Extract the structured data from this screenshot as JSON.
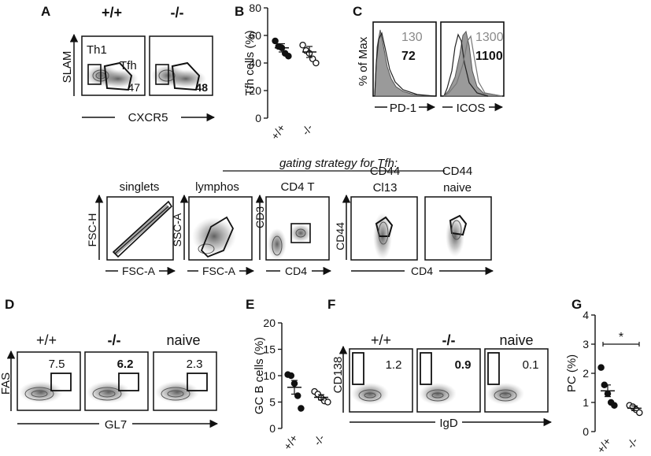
{
  "panels": {
    "A": {
      "letter": "A",
      "genotypes": [
        "+/+",
        "-/-"
      ],
      "ylabel": "SLAM",
      "xlabel": "CXCR5",
      "gate_labels": [
        "Th1",
        "Tfh"
      ],
      "values": [
        "47",
        "48"
      ]
    },
    "B": {
      "letter": "B",
      "chart_type": "scatter",
      "ylabel": "Tfh cells (%)",
      "yticks": [
        "0",
        "20",
        "40",
        "60",
        "80"
      ],
      "categories": [
        "+/+",
        "-/-"
      ]
    },
    "C": {
      "letter": "C",
      "ylabel": "% of Max",
      "hist": [
        {
          "xlabel": "PD-1",
          "gray_value": "130",
          "bold_value": "72"
        },
        {
          "xlabel": "ICOS",
          "gray_value": "1300",
          "bold_value": "1100"
        }
      ]
    },
    "gating": {
      "title": "gating strategy for Tfh:",
      "plots": [
        {
          "title": "singlets",
          "xlabel": "FSC-A",
          "ylabel": "FSC-H"
        },
        {
          "title": "lymphos",
          "xlabel": "FSC-A",
          "ylabel": "SSC-A"
        },
        {
          "title": "CD4 T",
          "xlabel": "CD4",
          "ylabel": "CD3"
        },
        {
          "title_top": "CD44",
          "title_bottom": "Cl13",
          "ylabel": "CD44"
        },
        {
          "title_top": "CD44",
          "title_bottom": "naive"
        }
      ],
      "shared_xlabel": "CD4"
    },
    "D": {
      "letter": "D",
      "groups": [
        "+/+",
        "-/-",
        "naive"
      ],
      "values": [
        "7.5",
        "6.2",
        "2.3"
      ],
      "ylabel": "FAS",
      "xlabel": "GL7"
    },
    "E": {
      "letter": "E",
      "chart_type": "scatter",
      "ylabel": "GC B cells (%)",
      "yticks": [
        "0",
        "5",
        "10",
        "15",
        "20"
      ],
      "categories": [
        "+/+",
        "-/-"
      ]
    },
    "F": {
      "letter": "F",
      "groups": [
        "+/+",
        "-/-",
        "naive"
      ],
      "values": [
        "1.2",
        "0.9",
        "0.1"
      ],
      "ylabel": "CD138",
      "xlabel": "IgD"
    },
    "G": {
      "letter": "G",
      "chart_type": "scatter",
      "ylabel": "PC (%)",
      "yticks": [
        "0",
        "1",
        "2",
        "3",
        "4"
      ],
      "categories": [
        "+/+",
        "-/-"
      ],
      "significance": "*"
    }
  },
  "chart_data": [
    {
      "type": "scatter",
      "panel": "B",
      "ylabel": "Tfh cells (%)",
      "ylim": [
        0,
        80
      ],
      "categories": [
        "+/+",
        "-/-"
      ],
      "series": [
        {
          "values": [
            56,
            52,
            51,
            47,
            45
          ]
        },
        {
          "values": [
            53,
            49,
            47,
            43,
            40
          ]
        }
      ],
      "means": [
        51,
        48
      ],
      "sem": [
        3,
        4
      ]
    },
    {
      "type": "scatter",
      "panel": "E",
      "ylabel": "GC B cells (%)",
      "ylim": [
        0,
        20
      ],
      "categories": [
        "+/+",
        "-/-"
      ],
      "series": [
        {
          "values": [
            10.2,
            10.0,
            8.5,
            6.2,
            3.8
          ]
        },
        {
          "values": [
            7.0,
            6.5,
            5.8,
            5.2,
            5.0
          ]
        }
      ],
      "means": [
        7.8,
        5.9
      ],
      "sem": [
        1.3,
        0.5
      ]
    },
    {
      "type": "scatter",
      "panel": "G",
      "ylabel": "PC (%)",
      "ylim": [
        0,
        4
      ],
      "categories": [
        "+/+",
        "-/-"
      ],
      "series": [
        {
          "values": [
            2.2,
            1.6,
            1.3,
            1.0,
            0.9
          ]
        },
        {
          "values": [
            0.9,
            0.85,
            0.75,
            0.65
          ]
        }
      ],
      "means": [
        1.4,
        0.8
      ],
      "sem": [
        0.2,
        0.08
      ]
    }
  ]
}
